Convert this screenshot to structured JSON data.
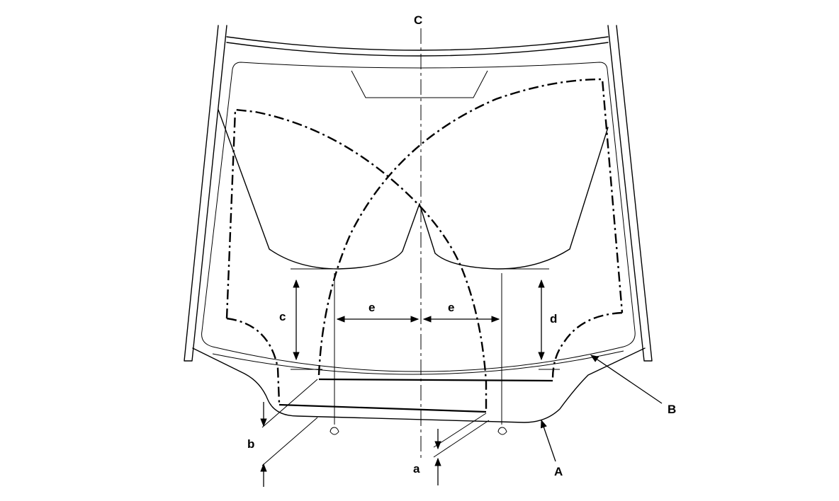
{
  "labels": {
    "centerline": "C",
    "point_a": "a",
    "point_b": "b",
    "dim_c": "c",
    "dim_d": "d",
    "dim_e_left": "e",
    "dim_e_right": "e",
    "part_A": "A",
    "part_B": "B"
  }
}
